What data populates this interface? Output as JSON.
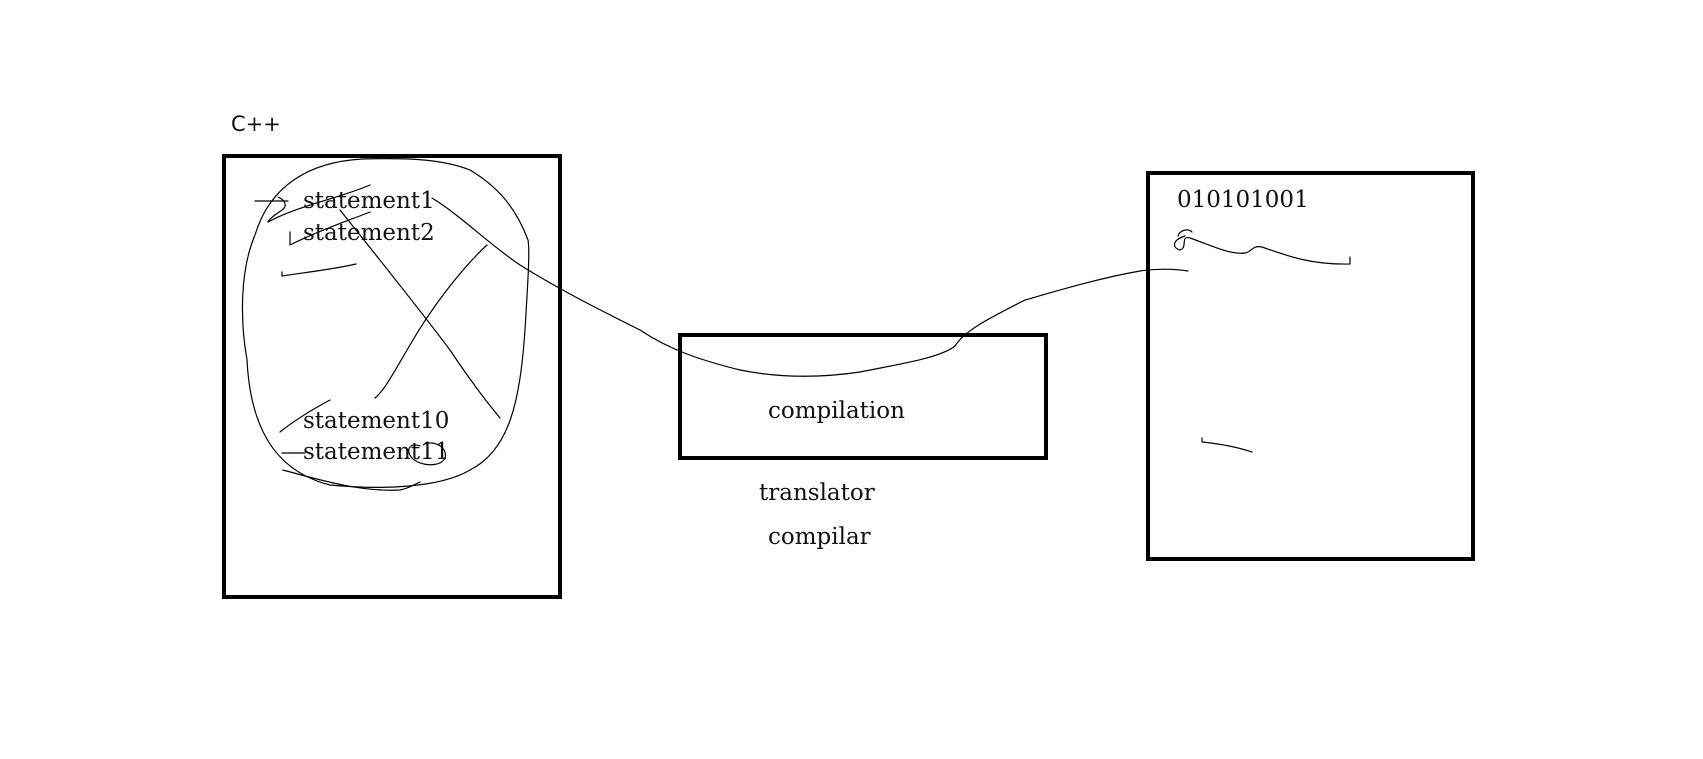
{
  "source": {
    "language_label": "C++",
    "statements": [
      "statement1",
      "statement2",
      "statement10",
      "statement11"
    ]
  },
  "translator": {
    "process_label": "compilation",
    "caption_line1": "translator",
    "caption_line2": "compilar"
  },
  "output": {
    "binary_label": "010101001"
  },
  "colors": {
    "ink": "#000000",
    "background": "#ffffff"
  }
}
